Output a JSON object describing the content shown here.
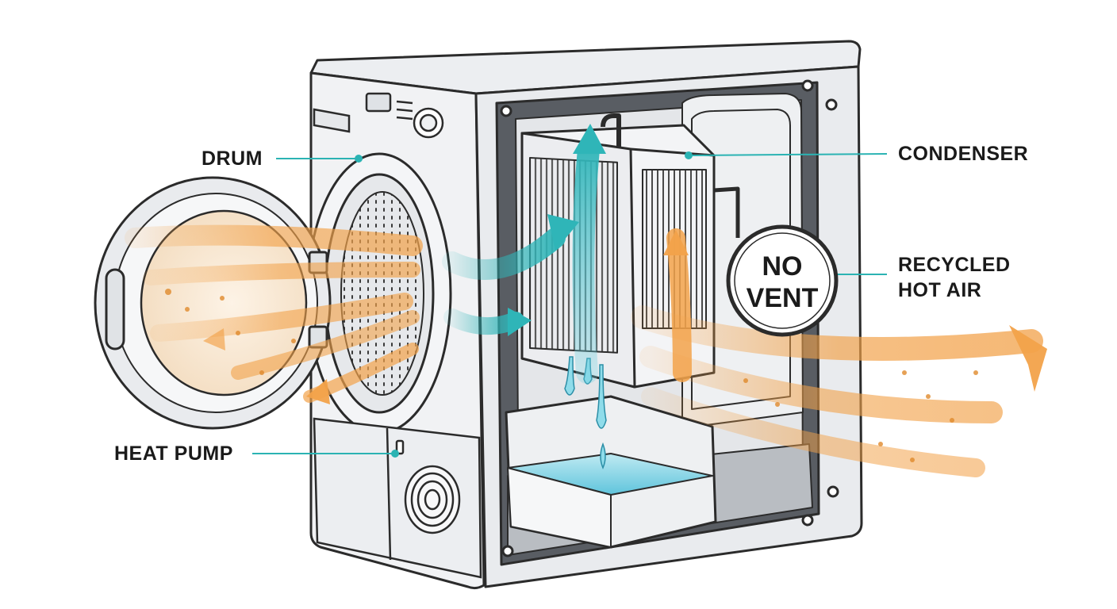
{
  "labels": {
    "drum": "DRUM",
    "condenser": "CONDENSER",
    "recycled_hot_air": [
      "RECYCLED",
      "HOT AIR"
    ],
    "heat_pump": "HEAT PUMP"
  },
  "badge": {
    "lines": [
      "NO",
      "VENT"
    ]
  },
  "colors": {
    "outline": "#2b2b2b",
    "body": "#f1f2f4",
    "body_shade": "#dfe2e6",
    "interior": "#595d63",
    "hot_air": "#f2a24a",
    "cool_air": "#2fb5b8",
    "water": "#6fd0e0",
    "leader_line": "#2bb3b3"
  },
  "icons": [
    "door-icon",
    "drum-icon",
    "condenser-icon",
    "water-tank-icon",
    "fan-grille-icon",
    "control-knob-icon"
  ]
}
